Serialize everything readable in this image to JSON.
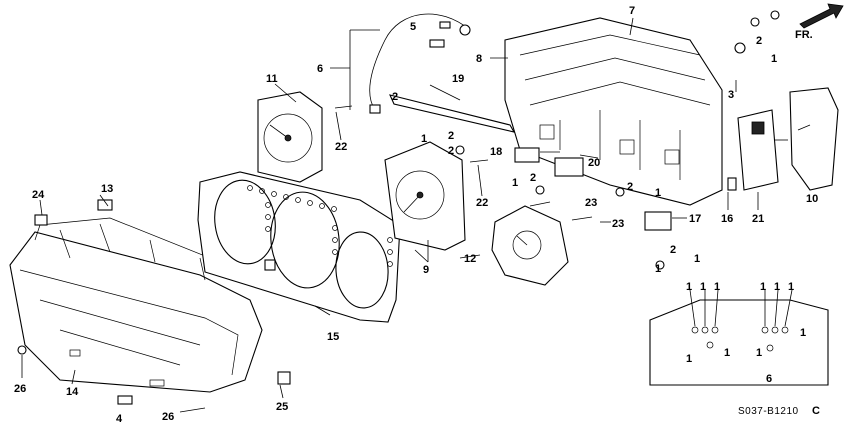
{
  "diagram": {
    "direction_label": "FR.",
    "diagram_code": "S037-B1210",
    "revision_mark": "C",
    "callouts": {
      "c1": "1",
      "c2": "2",
      "c3": "3",
      "c4": "4",
      "c5": "5",
      "c6": "6",
      "c7": "7",
      "c8": "8",
      "c9": "9",
      "c10": "10",
      "c11": "11",
      "c12": "12",
      "c13": "13",
      "c14": "14",
      "c15": "15",
      "c16": "16",
      "c17": "17",
      "c18": "18",
      "c19": "19",
      "c20": "20",
      "c21": "21",
      "c22": "22",
      "c23": "23",
      "c24": "24",
      "c25": "25",
      "c26": "26"
    }
  }
}
